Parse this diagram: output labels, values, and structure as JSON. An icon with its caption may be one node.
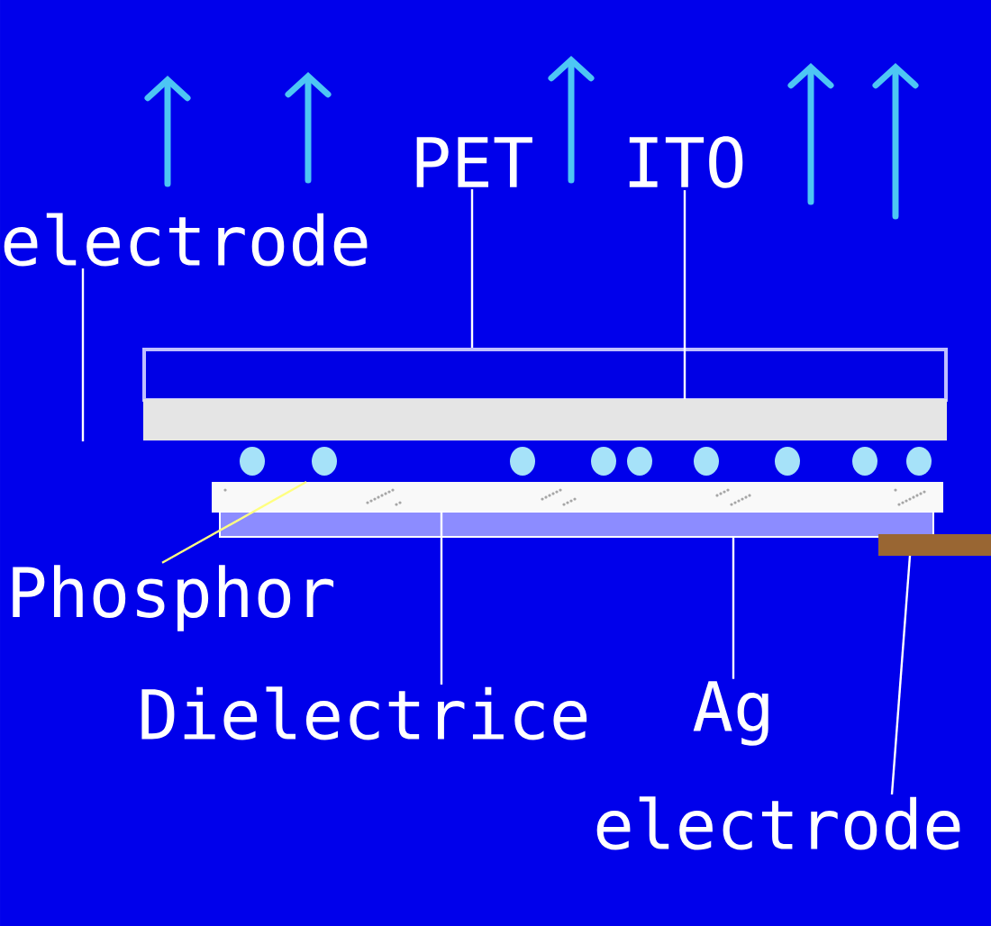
{
  "diagram": {
    "nodes": [
      {
        "text": [
          "electrode"
        ]
      },
      {
        "text": [
          "PET"
        ]
      },
      {
        "text": [
          "ITO"
        ]
      },
      {
        "text": [],
        "shape": "box"
      },
      {
        "text": [],
        "shape": "bar"
      },
      {
        "text": [],
        "shape": "bar"
      },
      {
        "text": [],
        "shape": "bar"
      },
      {
        "text": [],
        "shape": "bar"
      },
      {
        "text": [
          "Phosphor"
        ]
      },
      {
        "text": [
          "Dielectrice"
        ]
      },
      {
        "text": [
          "Ag"
        ]
      },
      {
        "text": [
          "electrode"
        ]
      }
    ],
    "edges": [
      {
        "from": 0,
        "to": null,
        "arrow": "none"
      },
      {
        "from": 1,
        "to": 3,
        "arrow": "none"
      },
      {
        "from": 2,
        "to": 4,
        "arrow": "none"
      },
      {
        "from": 8,
        "to": 5,
        "arrow": "none",
        "color": "#ffff80"
      },
      {
        "from": 9,
        "to": 5,
        "arrow": "none"
      },
      {
        "from": 10,
        "to": 6,
        "arrow": "none"
      },
      {
        "from": 11,
        "to": 7,
        "arrow": "none"
      }
    ]
  }
}
